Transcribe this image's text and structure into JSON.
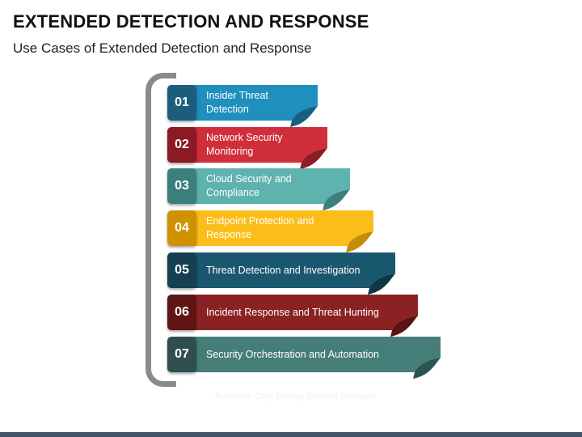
{
  "title": "EXTENDED DETECTION AND RESPONSE",
  "subtitle": "Use Cases of Extended Detection and Response",
  "footer_text": "Purchase Only Energy Efficient Products",
  "items": [
    {
      "number": "01",
      "label": "Insider Threat Detection",
      "badge_color": "#1c5d7c",
      "ribbon_color": "#1f8fbd",
      "fold_color": "#16607f"
    },
    {
      "number": "02",
      "label": "Network Security Monitoring",
      "badge_color": "#8b1a24",
      "ribbon_color": "#cf2f3b",
      "fold_color": "#8e1c25"
    },
    {
      "number": "03",
      "label": "Cloud Security and Compliance",
      "badge_color": "#3b7f7c",
      "ribbon_color": "#5fb3ae",
      "fold_color": "#3e7f7b"
    },
    {
      "number": "04",
      "label": "Endpoint Protection and Response",
      "badge_color": "#d09100",
      "ribbon_color": "#fbbd1a",
      "fold_color": "#c48d00"
    },
    {
      "number": "05",
      "label": "Threat Detection and Investigation",
      "badge_color": "#153f52",
      "ribbon_color": "#1a5870",
      "fold_color": "#0f3647"
    },
    {
      "number": "06",
      "label": "Incident Response and Threat Hunting",
      "badge_color": "#5f1415",
      "ribbon_color": "#8a2224",
      "fold_color": "#5c1314"
    },
    {
      "number": "07",
      "label": "Security Orchestration and Automation",
      "badge_color": "#2f4f4f",
      "ribbon_color": "#457d79",
      "fold_color": "#2c5552"
    }
  ]
}
